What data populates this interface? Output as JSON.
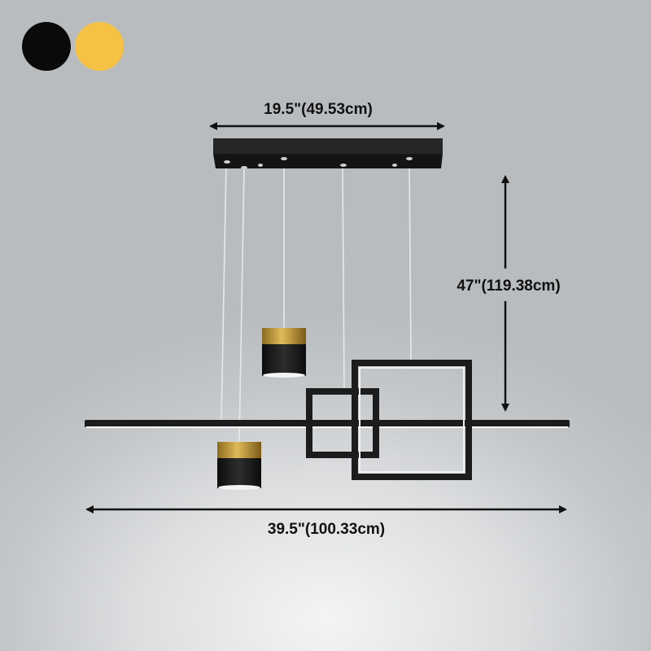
{
  "color_swatches": [
    {
      "name": "black",
      "color": "#0a0a0a"
    },
    {
      "name": "gold",
      "color": "#f6c244"
    }
  ],
  "dimensions": {
    "canopy_width": "19.5\"(49.53cm)",
    "height": "47\"(119.38cm)",
    "overall_width": "39.5\"(100.33cm)"
  },
  "colors": {
    "fixture": "#1c1c1c",
    "accent_gold": "#c9a13e",
    "arrow": "#111111"
  }
}
